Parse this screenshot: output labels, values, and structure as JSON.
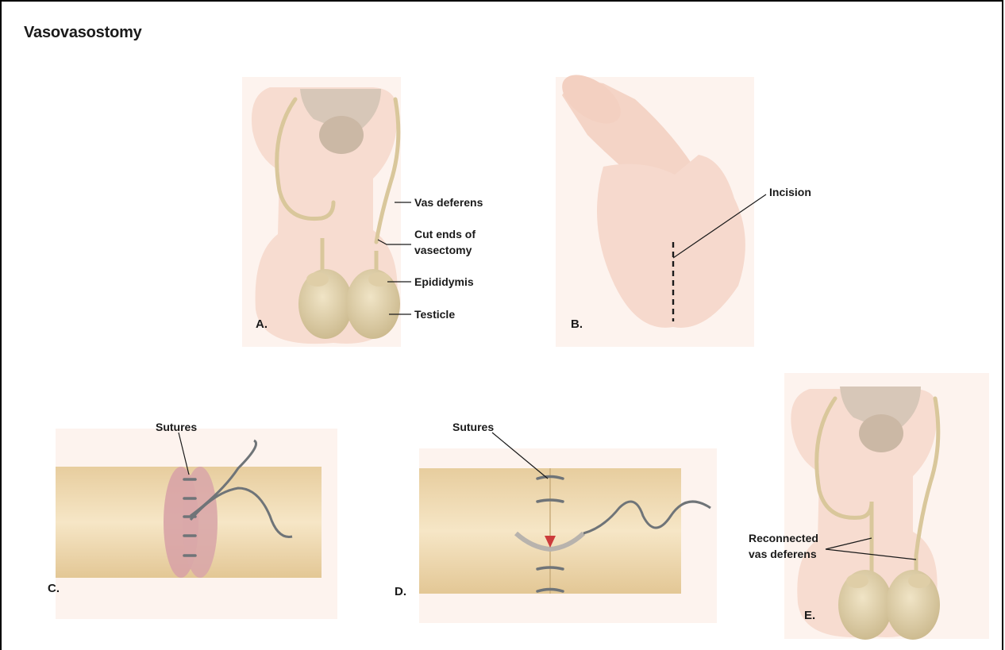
{
  "title": "Vasovasostomy",
  "panels": {
    "a": "A.",
    "b": "B.",
    "c": "C.",
    "d": "D.",
    "e": "E."
  },
  "labels": {
    "vas_deferens": "Vas deferens",
    "cut_ends_line1": "Cut ends of",
    "cut_ends_line2": "vasectomy",
    "epididymis": "Epididymis",
    "testicle": "Testicle",
    "incision": "Incision",
    "sutures_c": "Sutures",
    "sutures_d": "Sutures",
    "reconnected_line1": "Reconnected",
    "reconnected_line2": "vas deferens"
  },
  "colors": {
    "skin": "#f7dcd0",
    "tube": "#f0dcb2",
    "cut_face": "#d8a3a6",
    "bladder": "#d7c7b8",
    "vas": "#d9c79b",
    "suture": "#6f7478"
  }
}
